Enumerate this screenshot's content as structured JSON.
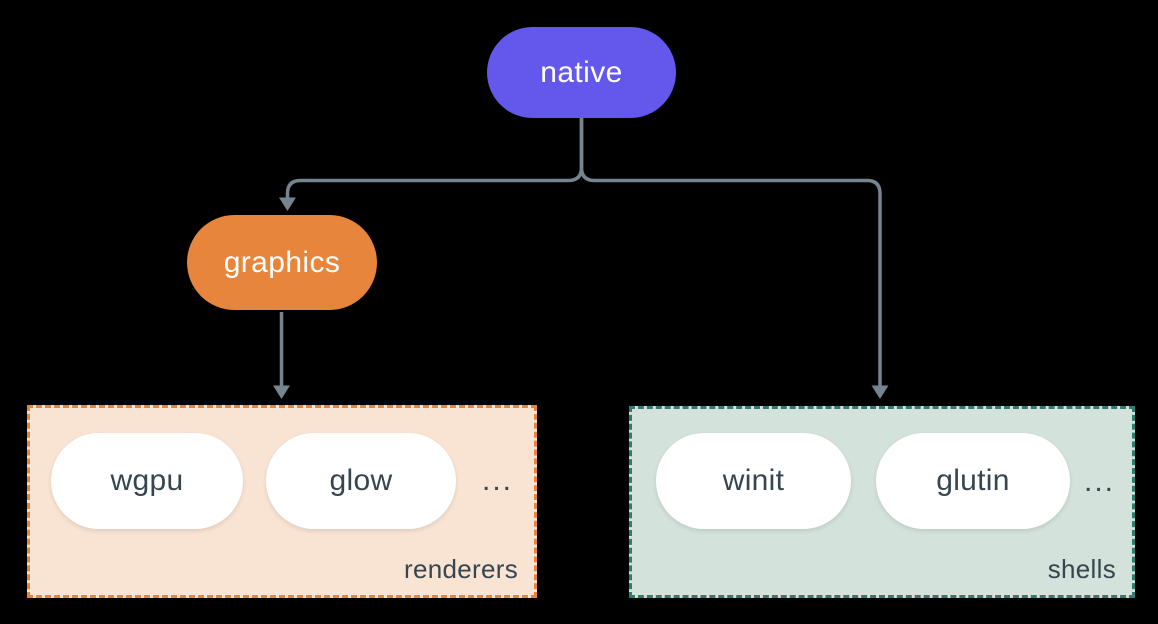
{
  "colors": {
    "background": "#000000",
    "node_native": "#6458EC",
    "node_graphics": "#E8853C",
    "node_text": "#FFFFFF",
    "renderers_bg": "#F9E4D3",
    "renderers_border": "#E8853C",
    "shells_bg": "#D3E2DB",
    "shells_border": "#2E7D6F",
    "pill_bg": "#FFFFFF",
    "ink": "#36454E",
    "edge": "#76848F"
  },
  "nodes": {
    "native": "native",
    "graphics": "graphics"
  },
  "groups": {
    "renderers": {
      "label": "renderers",
      "items": [
        "wgpu",
        "glow"
      ],
      "more": "..."
    },
    "shells": {
      "label": "shells",
      "items": [
        "winit",
        "glutin"
      ],
      "more": "..."
    }
  }
}
